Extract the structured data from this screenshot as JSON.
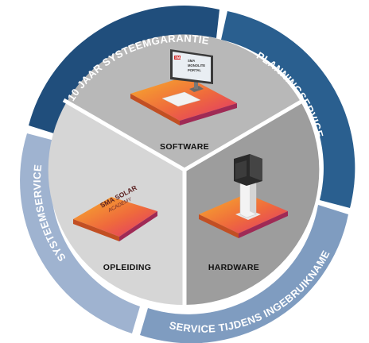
{
  "ring": {
    "warranty": "10 JAAR SYSTEEMGARANTIE",
    "planning": "PLANNINGSERVICE",
    "commissioning": "SERVICE TIJDENS INGEBRUIKNAME",
    "system": "SYSTEEMSERVICE"
  },
  "segments": {
    "software": "SOFTWARE",
    "training": "OPLEIDING",
    "hardware": "HARDWARE"
  },
  "screen": {
    "brand": "SMA",
    "line1": "SMA",
    "line2": "MONOLITE",
    "line3": "PORTAL"
  },
  "academy": {
    "line1": "SMA SOLAR",
    "line2": "ACADEMY"
  },
  "colors": {
    "ring_dark": "#21507e",
    "ring_mid": "#2c6291",
    "ring_light": "#8aa4c6",
    "ring_pale": "#a3b6d2",
    "seg_top": "#b9b9b9",
    "seg_left": "#d7d7d7",
    "seg_right": "#9e9e9e",
    "accent_orange": "#f39a2b",
    "accent_pink": "#e23c68"
  }
}
